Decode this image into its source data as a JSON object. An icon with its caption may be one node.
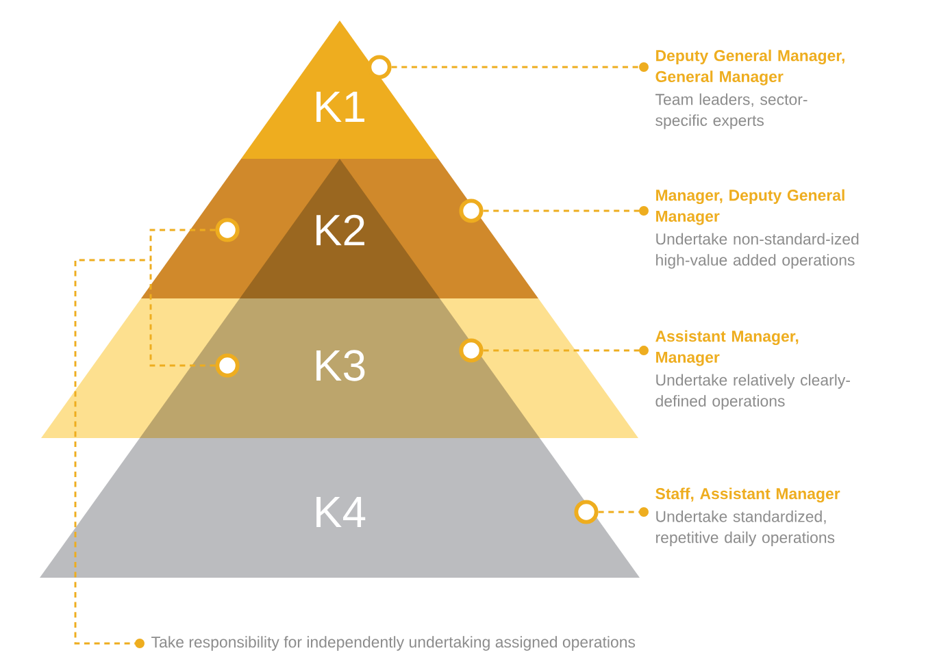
{
  "diagram": {
    "nodes": [
      {
        "text": [
          "K1"
        ]
      },
      {
        "text": [
          "K2"
        ]
      },
      {
        "text": [
          "K3"
        ]
      },
      {
        "text": [
          "K4"
        ]
      },
      {
        "text": [],
        "shape": "circle"
      },
      {
        "text": [],
        "shape": "circle",
        "in": 1
      },
      {
        "text": [],
        "shape": "circle",
        "in": 1
      },
      {
        "text": [],
        "shape": "circle",
        "in": 2
      },
      {
        "text": [],
        "shape": "circle",
        "in": 2
      },
      {
        "text": [],
        "shape": "circle",
        "in": 3
      },
      {
        "text": [
          "Deputy General Manager, General Manager",
          "Team leaders, sector-specific experts"
        ]
      },
      {
        "text": [
          "Manager, Deputy General Manager",
          "Undertake non-standard-ized high-value added operations"
        ]
      },
      {
        "text": [
          "Assistant Manager, Manager",
          "Undertake relatively clearly-defined operations"
        ]
      },
      {
        "text": [
          "Staff, Assistant Manager",
          "Undertake standardized, repetitive daily operations"
        ]
      },
      {
        "text": [
          "Take responsibility for independently undertaking assigned operations"
        ]
      }
    ],
    "edges": [
      {
        "from": 4,
        "to": 10,
        "arrow": "other",
        "style": "dashed"
      },
      {
        "from": 6,
        "to": 11,
        "arrow": "other",
        "style": "dashed"
      },
      {
        "from": 8,
        "to": 12,
        "arrow": "other",
        "style": "dashed"
      },
      {
        "from": 9,
        "to": 13,
        "arrow": "other",
        "style": "dashed"
      },
      {
        "from": 5,
        "to": 14,
        "arrow": "other",
        "style": "dashed"
      },
      {
        "from": 7,
        "to": 14,
        "arrow": "other",
        "style": "dashed"
      }
    ]
  }
}
